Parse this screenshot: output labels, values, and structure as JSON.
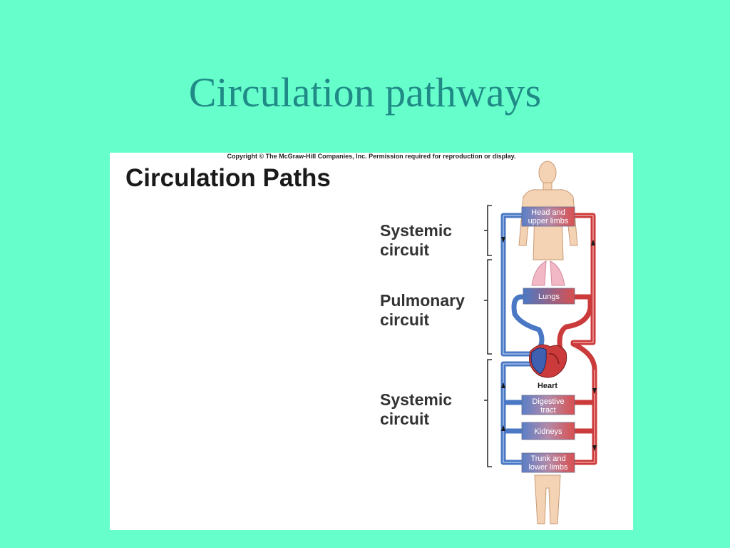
{
  "slide": {
    "title": "Circulation pathways"
  },
  "figure": {
    "copyright": "Copyright © The McGraw-Hill Companies, Inc. Permission required for reproduction or display.",
    "title": "Circulation Paths",
    "circuits": {
      "systemic_upper": [
        "Systemic",
        "circuit"
      ],
      "pulmonary": [
        "Pulmonary",
        "circuit"
      ],
      "systemic_lower": [
        "Systemic",
        "circuit"
      ]
    },
    "organs": {
      "head_limbs": [
        "Head and",
        "upper limbs"
      ],
      "lungs": "Lungs",
      "heart": "Heart",
      "digestive": [
        "Digestive",
        "tract"
      ],
      "kidneys": "Kidneys",
      "trunk_limbs": [
        "Trunk and",
        "lower limbs"
      ]
    },
    "colors": {
      "oxygen_poor": "#4a78c4",
      "oxygen_rich": "#cc3b3b",
      "background": "#66ffcc",
      "title": "#1f8a86"
    }
  }
}
